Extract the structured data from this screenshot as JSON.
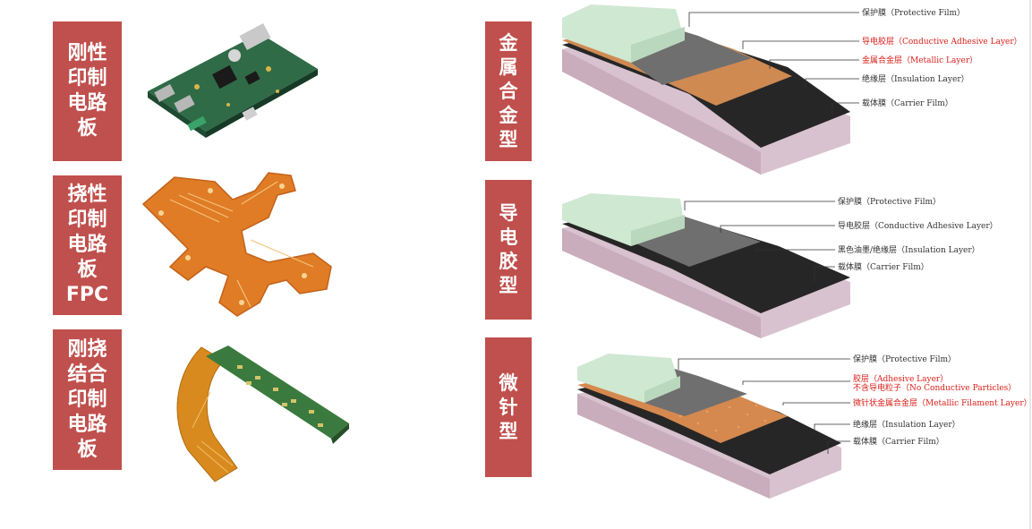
{
  "left_labels": [
    {
      "id": "rigid",
      "text": "刚性\n印制\n电路\n板"
    },
    {
      "id": "flex",
      "text": "挠性\n印制\n电路\n板\nFPC"
    },
    {
      "id": "rigid_flex",
      "text": "刚挠\n结合\n印制\n电路\n板"
    }
  ],
  "middle_labels": [
    {
      "id": "metal_alloy",
      "text": "金\n属\n合\n金\n型"
    },
    {
      "id": "conductive_adhesive",
      "text": "导\n电\n胶\n型"
    },
    {
      "id": "micro_needle",
      "text": "微\n针\n型"
    }
  ],
  "diagrams": {
    "metal_alloy": [
      {
        "text": "保护膜（Protective Film）",
        "color": "dark"
      },
      {
        "text": "导电胶层（Conductive Adhesive Layer）",
        "color": "red"
      },
      {
        "text": "金属合金层（Metallic  Layer）",
        "color": "red"
      },
      {
        "text": "绝缘层（Insulation Layer）",
        "color": "dark"
      },
      {
        "text": "载体膜（Carrier Film）",
        "color": "dark"
      }
    ],
    "conductive_adhesive": [
      {
        "text": "保护膜（Protective  Film）",
        "color": "dark"
      },
      {
        "text": "导电胶层（Conductive  Adhesive  Layer）",
        "color": "dark"
      },
      {
        "text": "黑色油墨/绝缘层（Insulation  Layer）",
        "color": "dark"
      },
      {
        "text": "载体膜（Carrier  Film）",
        "color": "dark"
      }
    ],
    "micro_needle": [
      {
        "text": "保护膜（Protective Film）",
        "color": "dark"
      },
      {
        "text": "胶层（Adhesive Layer）",
        "color": "red"
      },
      {
        "text": "不含导电粒子（No Conductive Particles）",
        "color": "red"
      },
      {
        "text": "微针状金属合金层（Metallic Filament Layer）",
        "color": "red"
      },
      {
        "text": "绝缘层（Insulation Layer）",
        "color": "dark"
      },
      {
        "text": "载体膜（Carrier Film）",
        "color": "dark"
      }
    ]
  },
  "colors": {
    "label_bg": "#c0504d",
    "protective": "#cfe8d2",
    "adhesive": "#6e6e6e",
    "metal": "#d08a52",
    "insulation": "#262626",
    "carrier": "#d9c2cf"
  }
}
